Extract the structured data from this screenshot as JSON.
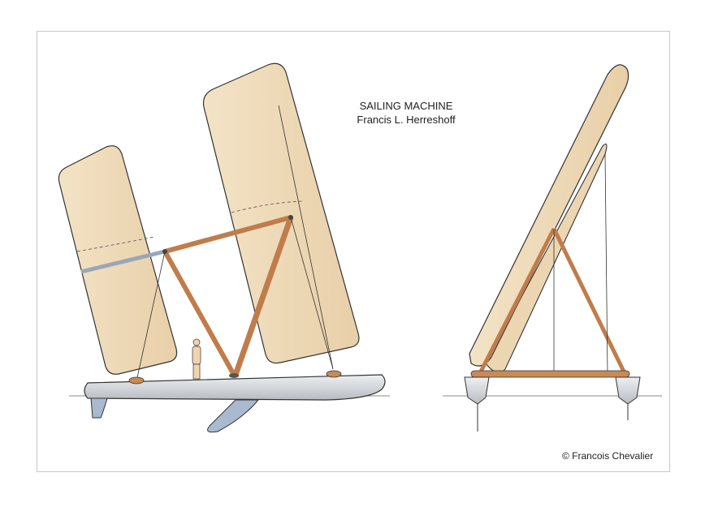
{
  "title": {
    "line1": "SAILING MACHINE",
    "line2": "Francis L. Herreshoff"
  },
  "credit": "© Francois Chevalier",
  "colors": {
    "sail": "#f0dcbc",
    "spar": "#c07c4a",
    "hull": "#d6d8dc",
    "keel": "#a9b9cf",
    "frame": "#c8c8c8"
  }
}
